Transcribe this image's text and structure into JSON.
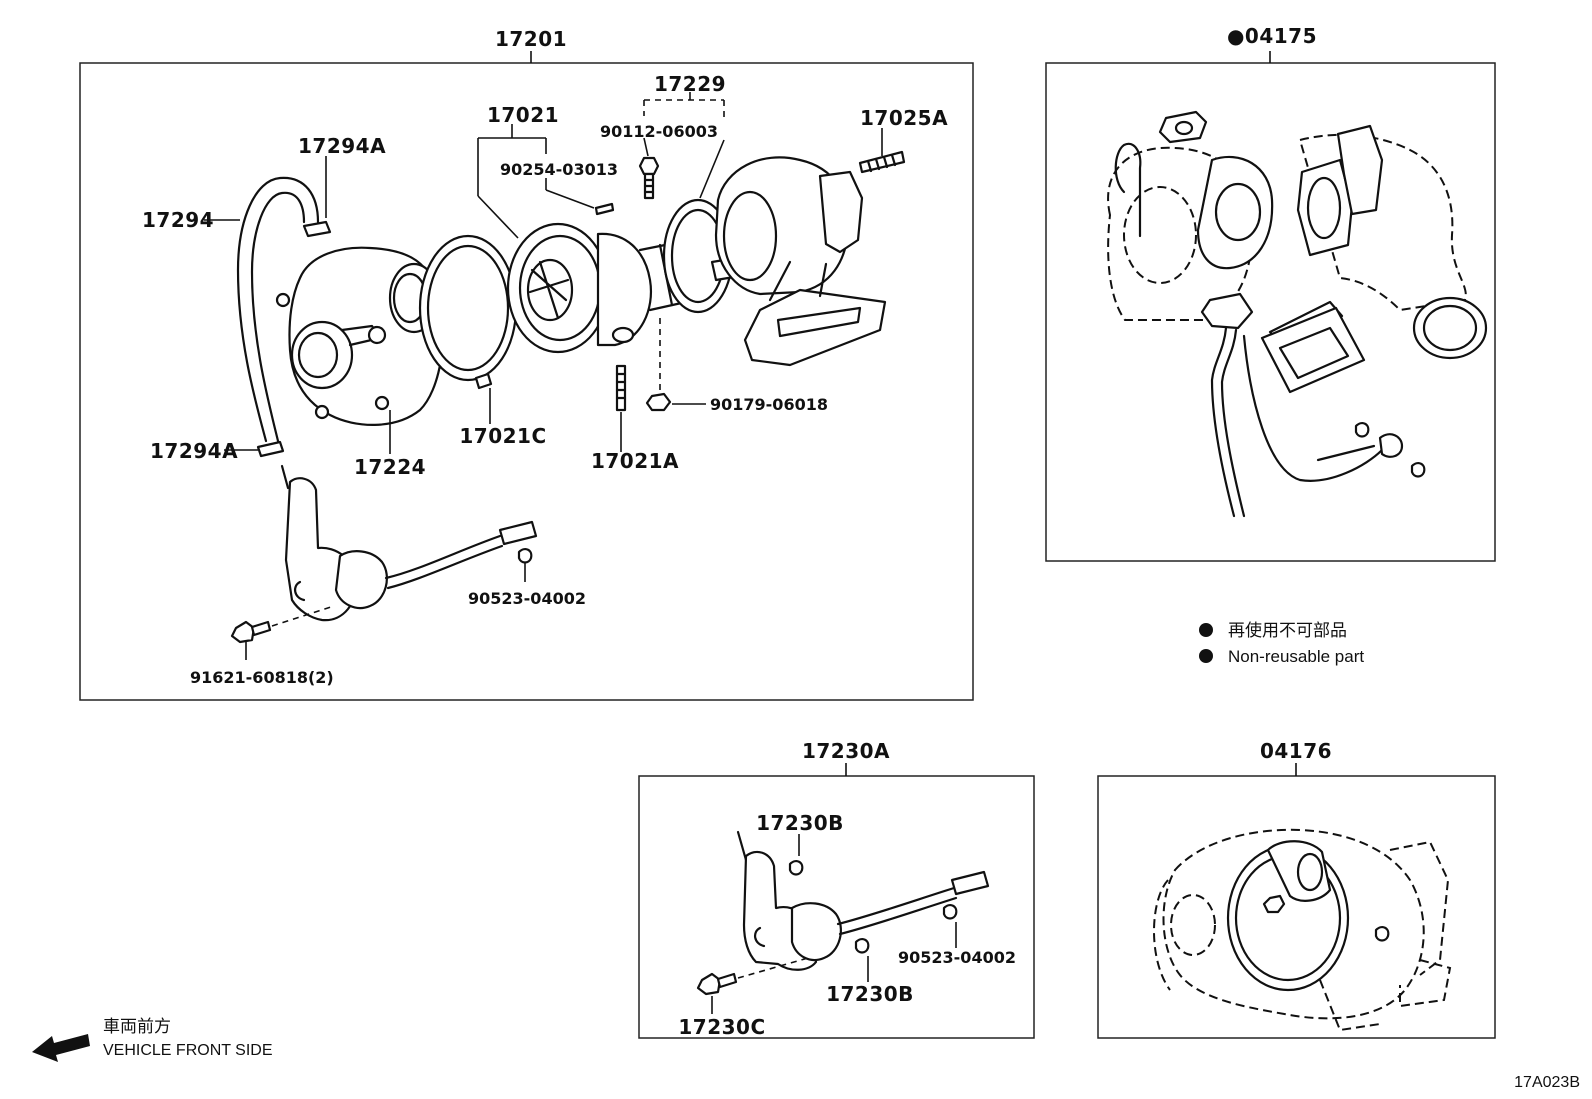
{
  "groups": {
    "turbo_assy": "17201",
    "gasket_kit": "●04175",
    "actuator_assy": "17230A",
    "turbine_kit": "04176"
  },
  "parts": {
    "p17229": "17229",
    "p17021": "17021",
    "p90112": "90112-06003",
    "p90254": "90254-03013",
    "p17025A": "17025A",
    "p17294A_top": "17294A",
    "p17294": "17294",
    "p17294A_bottom": "17294A",
    "p17224": "17224",
    "p17021C": "17021C",
    "p17021A": "17021A",
    "p90179": "90179-06018",
    "p90523_main": "90523-04002",
    "p91621": "91621-60818(2)",
    "p17230B_top": "17230B",
    "p17230B_bottom": "17230B",
    "p90523_act": "90523-04002",
    "p17230C": "17230C"
  },
  "legend": {
    "jp": "再使用不可部品",
    "en": "Non-reusable part"
  },
  "front": {
    "jp": "車両前方",
    "en": "VEHICLE FRONT SIDE"
  },
  "figure_code": "17A023B"
}
